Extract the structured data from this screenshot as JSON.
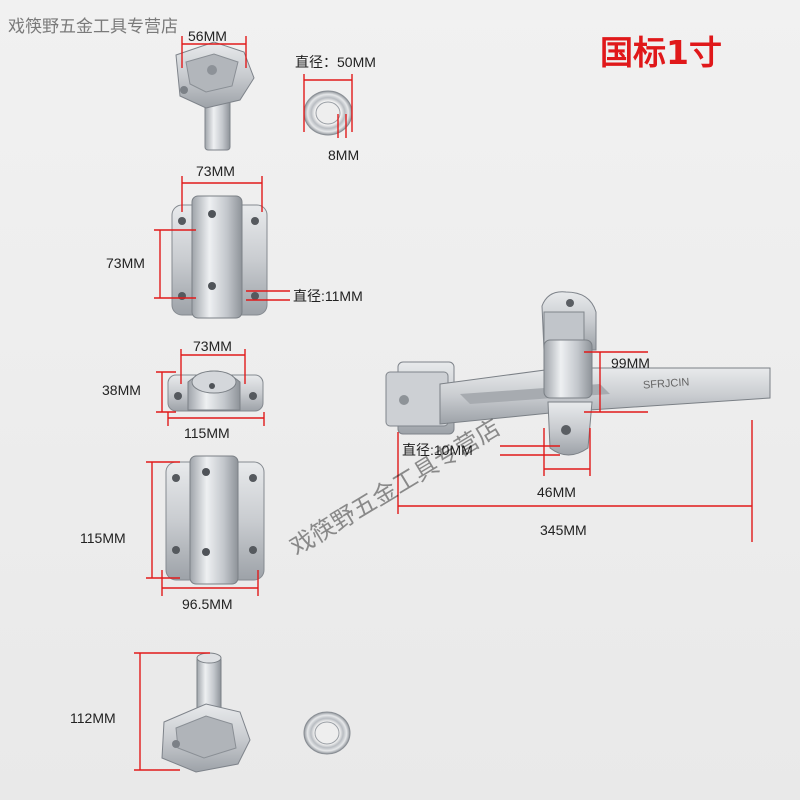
{
  "store_name": "戏筷野五金工具专营店",
  "badge": "国标1寸",
  "watermark": "戏筷野五金工具专营店",
  "colors": {
    "badge": "#e0181a",
    "dimension_line": "#e11a1a",
    "metal": "#c9ccd0"
  },
  "parts": {
    "cam": {
      "width": "56MM"
    },
    "washer": {
      "diameter": "直径：50MM",
      "thickness": "8MM"
    },
    "bracket_large_square": {
      "width": "73MM",
      "height": "73MM",
      "hole": "直径:11MM"
    },
    "bracket_small": {
      "width": "73MM",
      "height": "38MM",
      "span": "115MM"
    },
    "bracket_large_rect": {
      "height": "115MM",
      "width": "96.5MM"
    },
    "cam_lower": {
      "height": "112MM"
    },
    "handle": {
      "keeper_height": "99MM",
      "hole": "直径:10MM",
      "keeper_width": "46MM",
      "length": "345MM",
      "engraving": "SFRJCIN"
    }
  }
}
